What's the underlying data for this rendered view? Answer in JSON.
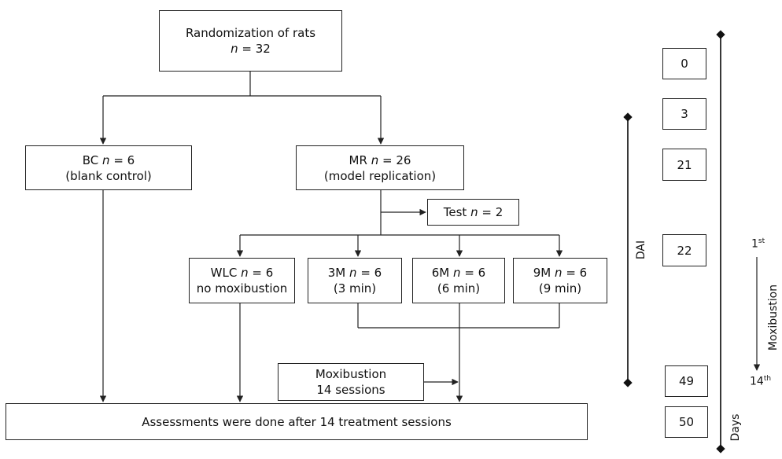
{
  "randomization": {
    "line1": "Randomization of rats",
    "n_prefix": "n",
    "n_value": "= 32"
  },
  "bc": {
    "line1_prefix": "BC",
    "n_prefix": "n",
    "n_value": "= 6",
    "line2": "(blank control)"
  },
  "mr": {
    "line1_prefix": "MR",
    "n_prefix": "n",
    "n_value": "= 26",
    "line2": "(model replication)"
  },
  "test": {
    "prefix": "Test",
    "n_prefix": "n",
    "n_value": "= 2"
  },
  "wlc": {
    "line1_prefix": "WLC",
    "n_prefix": "n",
    "n_value": "= 6",
    "line2": "no moxibustion"
  },
  "m3": {
    "line1_prefix": "3M",
    "n_prefix": "n",
    "n_value": "= 6",
    "line2": "(3 min)"
  },
  "m6": {
    "line1_prefix": "6M",
    "n_prefix": "n",
    "n_value": "= 6",
    "line2": "(6 min)"
  },
  "m9": {
    "line1_prefix": "9M",
    "n_prefix": "n",
    "n_value": "= 6",
    "line2": "(9 min)"
  },
  "moxi_sessions": {
    "line1": "Moxibustion",
    "line2": "14 sessions"
  },
  "assessment": {
    "text": "Assessments were done after 14 treatment sessions"
  },
  "days": [
    "0",
    "3",
    "21",
    "22",
    "49",
    "50"
  ],
  "dai_label": "DAI",
  "days_label": "Days",
  "moxibustion_label": "Moxibustion",
  "session_first": {
    "num": "1",
    "sup": "st"
  },
  "session_last": {
    "num": "14",
    "sup": "th"
  }
}
